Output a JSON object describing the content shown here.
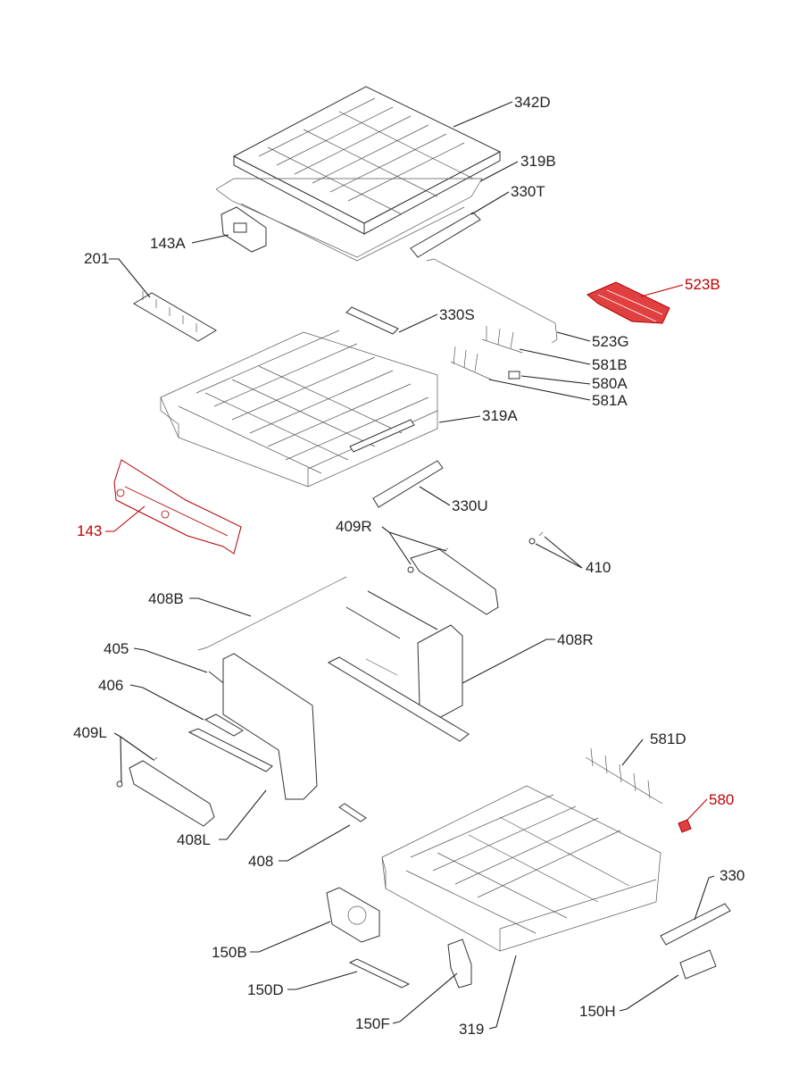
{
  "colors": {
    "normal": "#222222",
    "highlight": "#c00000"
  },
  "labels": {
    "p342D": "342D",
    "p319B": "319B",
    "p330T": "330T",
    "p143A": "143A",
    "p201": "201",
    "p523B": "523B",
    "p330S": "330S",
    "p523G": "523G",
    "p581B": "581B",
    "p580A": "580A",
    "p581A": "581A",
    "p319A": "319A",
    "p143": "143",
    "p330U": "330U",
    "p409R": "409R",
    "p410": "410",
    "p408B": "408B",
    "p408R": "408R",
    "p405": "405",
    "p406": "406",
    "p409L": "409L",
    "p581D": "581D",
    "p580": "580",
    "p408L": "408L",
    "p408": "408",
    "p330": "330",
    "p150B": "150B",
    "p150D": "150D",
    "p150F": "150F",
    "p319": "319",
    "p150H": "150H"
  }
}
